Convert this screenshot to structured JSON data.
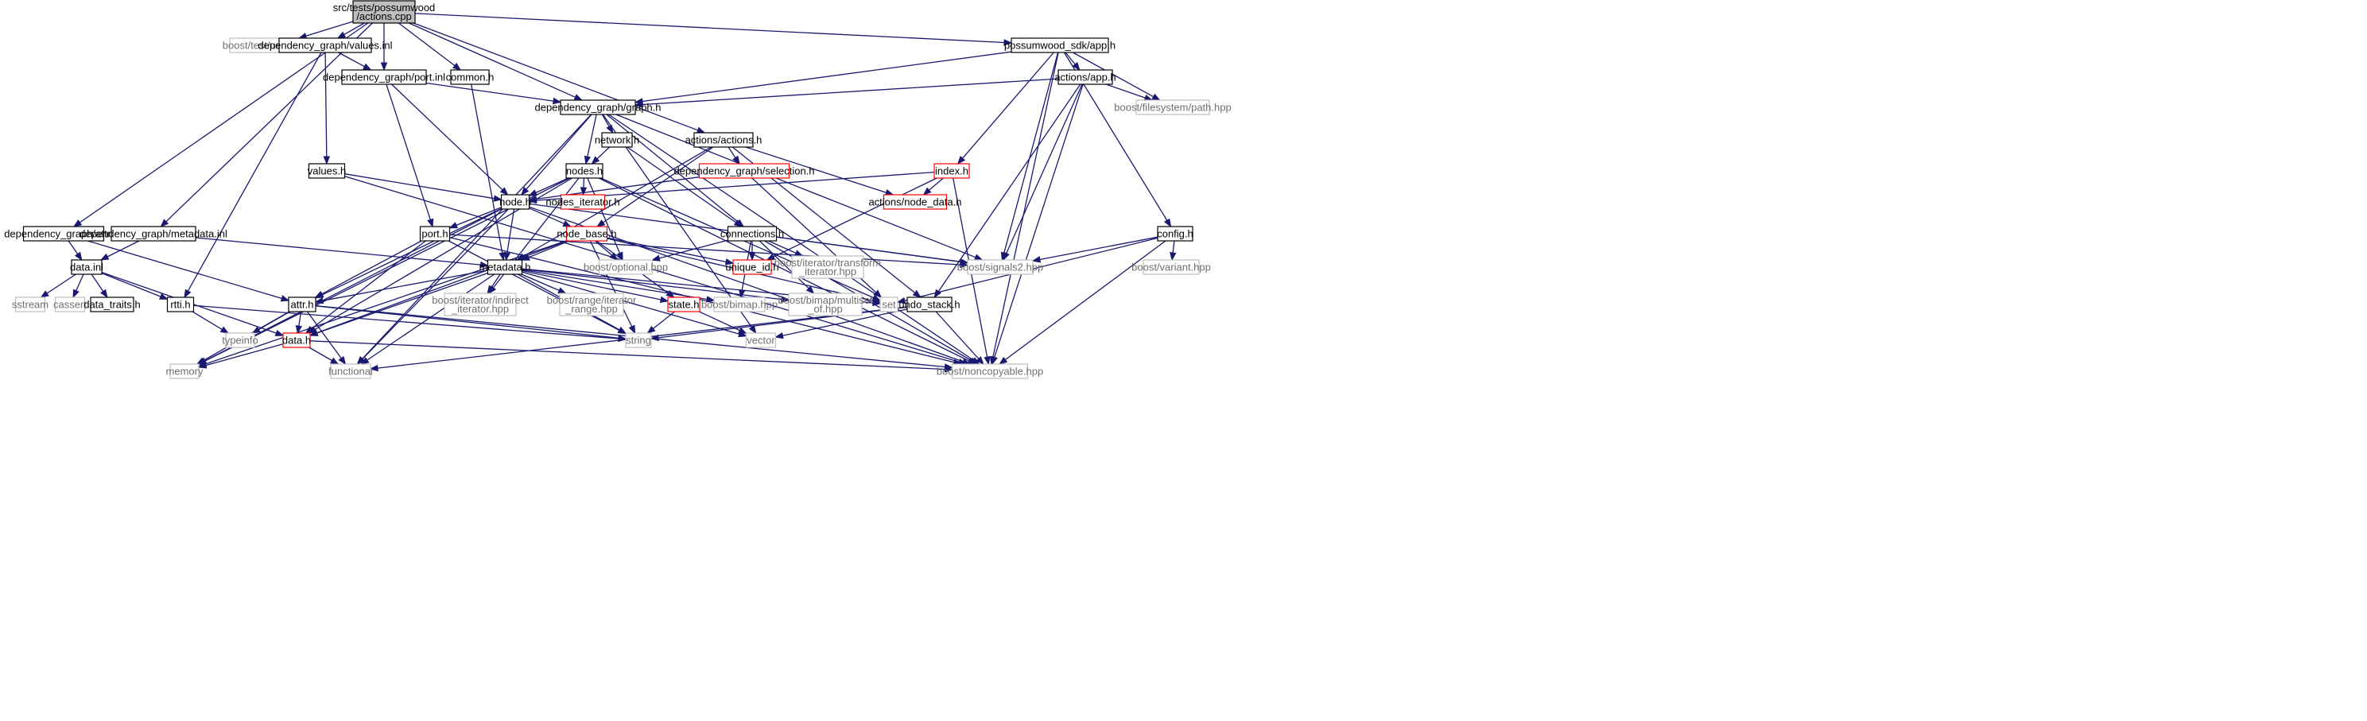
{
  "graph": {
    "root": "src/tests/possumwood/actions.cpp",
    "colors": {
      "root_fill": "#bfbfbf",
      "edge": "#191970",
      "normal_border": "#000000",
      "truncated_border": "#ff0000",
      "system_border": "#bfbfbf",
      "system_text": "#6f6f6f"
    },
    "nodes": [
      {
        "id": "actions_cpp",
        "label": "src/tests/possumwood\n/actions.cpp",
        "style": "root"
      },
      {
        "id": "unit_test",
        "label": "boost/test/unit_test.hpp",
        "style": "system"
      },
      {
        "id": "values_inl",
        "label": "dependency_graph/values.inl",
        "style": "normal"
      },
      {
        "id": "port_inl",
        "label": "dependency_graph/port.inl",
        "style": "normal"
      },
      {
        "id": "common_h",
        "label": "common.h",
        "style": "normal"
      },
      {
        "id": "graph_h",
        "label": "dependency_graph/graph.h",
        "style": "normal"
      },
      {
        "id": "app_sdk",
        "label": "possumwood_sdk/app.h",
        "style": "normal"
      },
      {
        "id": "actions_app",
        "label": "actions/app.h",
        "style": "normal"
      },
      {
        "id": "fs_path",
        "label": "boost/filesystem/path.hpp",
        "style": "system"
      },
      {
        "id": "network_h",
        "label": "network.h",
        "style": "normal"
      },
      {
        "id": "actions_h",
        "label": "actions/actions.h",
        "style": "normal"
      },
      {
        "id": "nodes_h",
        "label": "nodes.h",
        "style": "normal"
      },
      {
        "id": "values_h",
        "label": "values.h",
        "style": "normal"
      },
      {
        "id": "selection_h",
        "label": "dependency_graph/selection.h",
        "style": "truncated"
      },
      {
        "id": "index_h",
        "label": "index.h",
        "style": "truncated"
      },
      {
        "id": "node_data",
        "label": "actions/node_data.h",
        "style": "truncated"
      },
      {
        "id": "nodes_iter",
        "label": "nodes_iterator.h",
        "style": "truncated"
      },
      {
        "id": "node_h",
        "label": "node.h",
        "style": "normal"
      },
      {
        "id": "attr_inl",
        "label": "dependency_graph/attr.inl",
        "style": "normal"
      },
      {
        "id": "meta_inl",
        "label": "dependency_graph/metadata.inl",
        "style": "normal"
      },
      {
        "id": "port_h",
        "label": "port.h",
        "style": "normal"
      },
      {
        "id": "node_base",
        "label": "node_base.h",
        "style": "truncated"
      },
      {
        "id": "connections",
        "label": "connections.h",
        "style": "normal"
      },
      {
        "id": "config_h",
        "label": "config.h",
        "style": "normal"
      },
      {
        "id": "data_inl",
        "label": "data.inl",
        "style": "normal"
      },
      {
        "id": "metadata_h",
        "label": "metadata.h",
        "style": "normal"
      },
      {
        "id": "optional",
        "label": "boost/optional.hpp",
        "style": "system"
      },
      {
        "id": "unique_id",
        "label": "unique_id.h",
        "style": "truncated"
      },
      {
        "id": "iter_transform",
        "label": "boost/iterator/transform\n_iterator.hpp",
        "style": "system"
      },
      {
        "id": "signals2",
        "label": "boost/signals2.hpp",
        "style": "system"
      },
      {
        "id": "variant",
        "label": "boost/variant.hpp",
        "style": "system"
      },
      {
        "id": "sstream",
        "label": "sstream",
        "style": "system"
      },
      {
        "id": "cassert",
        "label": "cassert",
        "style": "system"
      },
      {
        "id": "data_traits",
        "label": "data_traits.h",
        "style": "normal"
      },
      {
        "id": "rtti_h",
        "label": "rtti.h",
        "style": "normal"
      },
      {
        "id": "attr_h",
        "label": "attr.h",
        "style": "normal"
      },
      {
        "id": "iter_indirect",
        "label": "boost/iterator/indirect\n_iterator.hpp",
        "style": "system"
      },
      {
        "id": "range_iter",
        "label": "boost/range/iterator\n_range.hpp",
        "style": "system"
      },
      {
        "id": "state_h",
        "label": "state.h",
        "style": "truncated"
      },
      {
        "id": "bimap",
        "label": "boost/bimap.hpp",
        "style": "system"
      },
      {
        "id": "bimap_multiset",
        "label": "boost/bimap/multiset\n_of.hpp",
        "style": "system"
      },
      {
        "id": "set",
        "label": "set",
        "style": "system"
      },
      {
        "id": "undo_stack",
        "label": "undo_stack.h",
        "style": "normal"
      },
      {
        "id": "typeinfo",
        "label": "typeinfo",
        "style": "system"
      },
      {
        "id": "data_h",
        "label": "data.h",
        "style": "truncated"
      },
      {
        "id": "string",
        "label": "string",
        "style": "system"
      },
      {
        "id": "vector",
        "label": "vector",
        "style": "system"
      },
      {
        "id": "memory",
        "label": "memory",
        "style": "system"
      },
      {
        "id": "functional",
        "label": "functional",
        "style": "system"
      },
      {
        "id": "noncopyable",
        "label": "boost/noncopyable.hpp",
        "style": "system"
      }
    ],
    "edges": [
      [
        "actions_cpp",
        "unit_test"
      ],
      [
        "actions_cpp",
        "values_inl"
      ],
      [
        "actions_cpp",
        "port_inl"
      ],
      [
        "actions_cpp",
        "common_h"
      ],
      [
        "actions_cpp",
        "graph_h"
      ],
      [
        "actions_cpp",
        "app_sdk"
      ],
      [
        "actions_cpp",
        "actions_h"
      ],
      [
        "actions_cpp",
        "attr_inl"
      ],
      [
        "actions_cpp",
        "meta_inl"
      ],
      [
        "values_inl",
        "port_inl"
      ],
      [
        "values_inl",
        "values_h"
      ],
      [
        "values_inl",
        "rtti_h"
      ],
      [
        "port_inl",
        "graph_h"
      ],
      [
        "port_inl",
        "port_h"
      ],
      [
        "port_inl",
        "node_h"
      ],
      [
        "common_h",
        "metadata_h"
      ],
      [
        "app_sdk",
        "graph_h"
      ],
      [
        "app_sdk",
        "actions_app"
      ],
      [
        "app_sdk",
        "fs_path"
      ],
      [
        "app_sdk",
        "index_h"
      ],
      [
        "app_sdk",
        "config_h"
      ],
      [
        "app_sdk",
        "signals2"
      ],
      [
        "app_sdk",
        "noncopyable"
      ],
      [
        "actions_app",
        "graph_h"
      ],
      [
        "actions_app",
        "fs_path"
      ],
      [
        "actions_app",
        "signals2"
      ],
      [
        "actions_app",
        "undo_stack"
      ],
      [
        "actions_app",
        "noncopyable"
      ],
      [
        "graph_h",
        "network_h"
      ],
      [
        "graph_h",
        "nodes_h"
      ],
      [
        "graph_h",
        "node_h"
      ],
      [
        "graph_h",
        "connections"
      ],
      [
        "graph_h",
        "signals2"
      ],
      [
        "graph_h",
        "functional"
      ],
      [
        "graph_h",
        "noncopyable"
      ],
      [
        "graph_h",
        "vector"
      ],
      [
        "network_h",
        "nodes_h"
      ],
      [
        "network_h",
        "connections"
      ],
      [
        "actions_h",
        "selection_h"
      ],
      [
        "actions_h",
        "node_data"
      ],
      [
        "actions_h",
        "undo_stack"
      ],
      [
        "actions_h",
        "metadata_h"
      ],
      [
        "actions_h",
        "node_base"
      ],
      [
        "nodes_h",
        "node_h"
      ],
      [
        "nodes_h",
        "nodes_iter"
      ],
      [
        "nodes_h",
        "optional"
      ],
      [
        "nodes_h",
        "memory"
      ],
      [
        "nodes_h",
        "data_h"
      ],
      [
        "nodes_h",
        "iter_indirect"
      ],
      [
        "nodes_h",
        "set"
      ],
      [
        "nodes_h",
        "noncopyable"
      ],
      [
        "values_h",
        "node_h"
      ],
      [
        "values_h",
        "noncopyable"
      ],
      [
        "selection_h",
        "node_h"
      ],
      [
        "selection_h",
        "set"
      ],
      [
        "index_h",
        "node_h"
      ],
      [
        "index_h",
        "node_data"
      ],
      [
        "index_h",
        "unique_id"
      ],
      [
        "index_h",
        "noncopyable"
      ],
      [
        "node_h",
        "port_h"
      ],
      [
        "node_h",
        "node_base"
      ],
      [
        "node_h",
        "metadata_h"
      ],
      [
        "node_h",
        "attr_h"
      ],
      [
        "node_h",
        "signals2"
      ],
      [
        "node_h",
        "noncopyable"
      ],
      [
        "node_h",
        "memory"
      ],
      [
        "node_h",
        "functional"
      ],
      [
        "attr_inl",
        "data_inl"
      ],
      [
        "attr_inl",
        "attr_h"
      ],
      [
        "meta_inl",
        "data_inl"
      ],
      [
        "meta_inl",
        "metadata_h"
      ],
      [
        "port_h",
        "attr_h"
      ],
      [
        "port_h",
        "signals2"
      ],
      [
        "port_h",
        "string"
      ],
      [
        "port_h",
        "noncopyable"
      ],
      [
        "port_h",
        "data_h"
      ],
      [
        "node_base",
        "metadata_h"
      ],
      [
        "node_base",
        "optional"
      ],
      [
        "node_base",
        "unique_id"
      ],
      [
        "node_base",
        "state_h"
      ],
      [
        "node_base",
        "string"
      ],
      [
        "node_base",
        "memory"
      ],
      [
        "node_base",
        "data_h"
      ],
      [
        "node_base",
        "set"
      ],
      [
        "connections",
        "optional"
      ],
      [
        "connections",
        "unique_id"
      ],
      [
        "connections",
        "iter_transform"
      ],
      [
        "connections",
        "bimap"
      ],
      [
        "connections",
        "bimap_multiset"
      ],
      [
        "connections",
        "signals2"
      ],
      [
        "connections",
        "noncopyable"
      ],
      [
        "config_h",
        "signals2"
      ],
      [
        "config_h",
        "variant"
      ],
      [
        "config_h",
        "set"
      ],
      [
        "config_h",
        "noncopyable"
      ],
      [
        "data_inl",
        "sstream"
      ],
      [
        "data_inl",
        "cassert"
      ],
      [
        "data_inl",
        "data_traits"
      ],
      [
        "data_inl",
        "rtti_h"
      ],
      [
        "data_inl",
        "data_h"
      ],
      [
        "metadata_h",
        "attr_h"
      ],
      [
        "metadata_h",
        "data_h"
      ],
      [
        "metadata_h",
        "iter_indirect"
      ],
      [
        "metadata_h",
        "range_iter"
      ],
      [
        "metadata_h",
        "state_h"
      ],
      [
        "metadata_h",
        "bimap"
      ],
      [
        "metadata_h",
        "bimap_multiset"
      ],
      [
        "metadata_h",
        "set"
      ],
      [
        "metadata_h",
        "string"
      ],
      [
        "metadata_h",
        "vector"
      ],
      [
        "metadata_h",
        "functional"
      ],
      [
        "rtti_h",
        "typeinfo"
      ],
      [
        "rtti_h",
        "string"
      ],
      [
        "attr_h",
        "typeinfo"
      ],
      [
        "attr_h",
        "data_h"
      ],
      [
        "attr_h",
        "memory"
      ],
      [
        "attr_h",
        "functional"
      ],
      [
        "attr_h",
        "noncopyable"
      ],
      [
        "attr_h",
        "string"
      ],
      [
        "state_h",
        "string"
      ],
      [
        "state_h",
        "vector"
      ],
      [
        "undo_stack",
        "string"
      ],
      [
        "undo_stack",
        "vector"
      ],
      [
        "undo_stack",
        "functional"
      ],
      [
        "undo_stack",
        "noncopyable"
      ],
      [
        "data_h",
        "memory"
      ],
      [
        "data_h",
        "functional"
      ],
      [
        "data_h",
        "noncopyable"
      ]
    ]
  }
}
